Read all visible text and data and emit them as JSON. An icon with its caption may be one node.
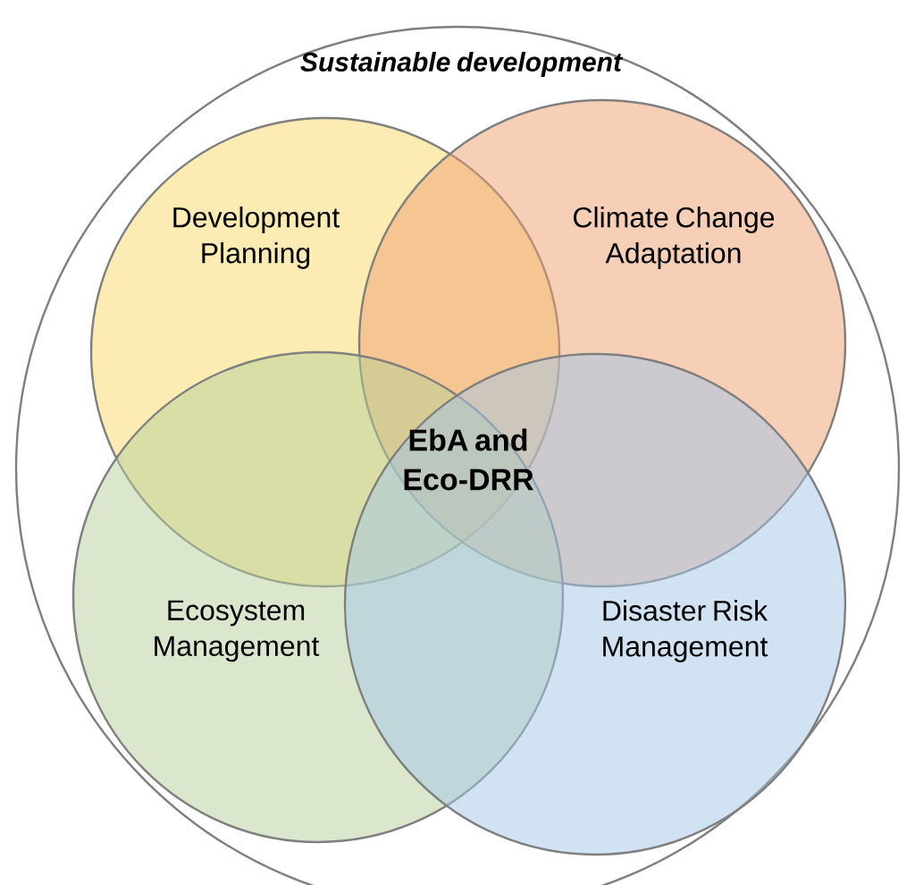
{
  "diagram": {
    "nodes": [
      {
        "text": [
          "Sustainable development"
        ]
      },
      {
        "text": [
          "Development Planning"
        ],
        "in": 0
      },
      {
        "text": [
          "Climate Change Adaptation"
        ],
        "in": 0
      },
      {
        "text": [
          "Ecosystem Management"
        ],
        "in": 0
      },
      {
        "text": [
          "Disaster Risk Management"
        ],
        "in": 0
      }
    ],
    "labels": [
      "EbA and Eco-DRR"
    ]
  }
}
